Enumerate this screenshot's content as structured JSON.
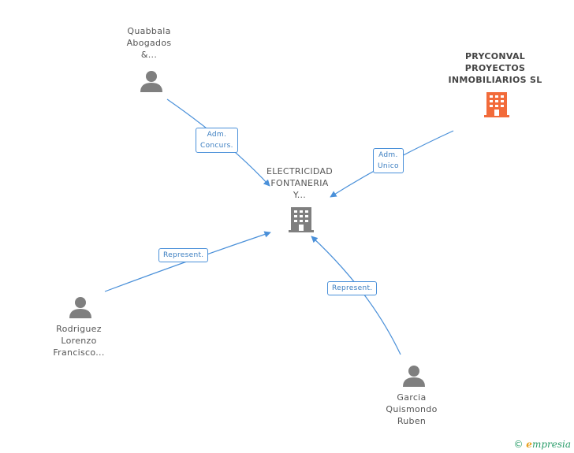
{
  "nodes": {
    "center": {
      "lines": [
        "ELECTRICIDAD",
        "FONTANERIA",
        "Y..."
      ]
    },
    "quabbala": {
      "lines": [
        "Quabbala",
        "Abogados",
        "&..."
      ]
    },
    "pryconval": {
      "lines": [
        "PRYCONVAL",
        "PROYECTOS",
        "INMOBILIARIOS SL"
      ]
    },
    "rodriguez": {
      "lines": [
        "Rodriguez",
        "Lorenzo",
        "Francisco..."
      ]
    },
    "garcia": {
      "lines": [
        "Garcia",
        "Quismondo",
        "Ruben"
      ]
    }
  },
  "relations": {
    "quabbala": {
      "lines": [
        "Adm.",
        "Concurs."
      ]
    },
    "pryconval": {
      "lines": [
        "Adm.",
        "Unico"
      ]
    },
    "rodriguez": {
      "lines": [
        "Represent."
      ]
    },
    "garcia": {
      "lines": [
        "Represent."
      ]
    }
  },
  "colors": {
    "edge": "#4a90d9",
    "person": "#7f7f7f",
    "company": "#7f7f7f",
    "highlight_company": "#f26b3a"
  },
  "icons": {
    "person": "person-icon",
    "company": "building-icon"
  },
  "footer": {
    "copyright": "©",
    "brand_e": "e",
    "brand_rest": "mpresia"
  }
}
